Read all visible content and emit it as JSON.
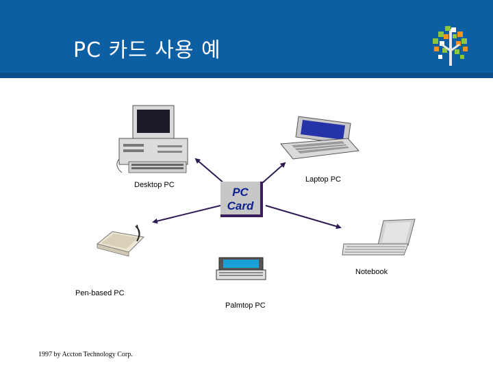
{
  "title": "PC 카드 사용 예",
  "center_card": {
    "line1": "PC",
    "line2": "Card"
  },
  "devices": {
    "desktop": "Desktop PC",
    "laptop": "Laptop PC",
    "notebook": "Notebook",
    "pen_based": "Pen-based PC",
    "palmtop": "Palmtop PC"
  },
  "footer": "1997 by Accton Technology Corp.",
  "colors": {
    "header": "#0d5fa3",
    "arrow": "#2e1a52",
    "card_text": "#0c1f8f"
  }
}
